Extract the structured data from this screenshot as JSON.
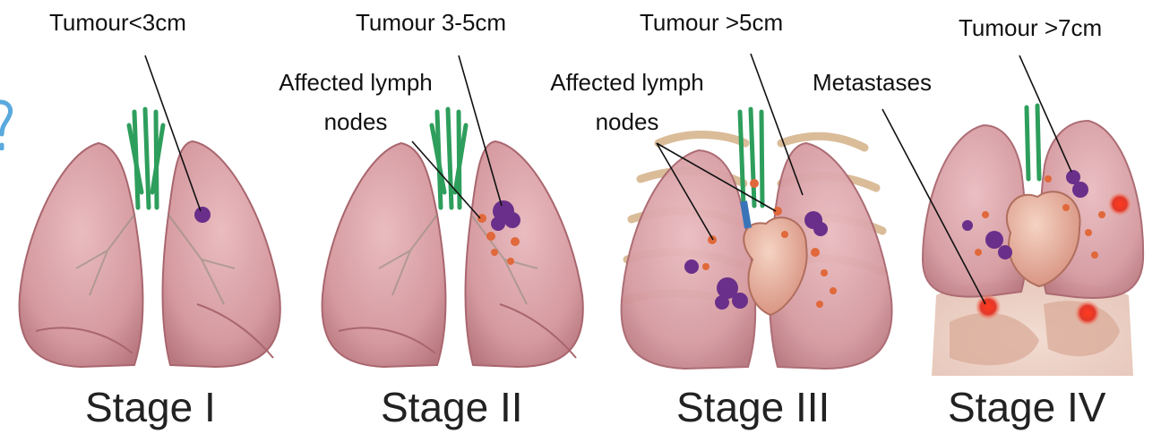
{
  "callouts": {
    "stage1_tumour": "Tumour<3cm",
    "stage2_tumour": "Tumour 3-5cm",
    "stage2_nodes_line1": "Affected lymph",
    "stage2_nodes_line2": "nodes",
    "stage3_tumour": "Tumour >5cm",
    "stage3_nodes_line1": "Affected lymph",
    "stage3_nodes_line2": "nodes",
    "stage4_metastases": "Metastases",
    "stage4_tumour": "Tumour >7cm"
  },
  "stages": [
    {
      "label": "Stage I"
    },
    {
      "label": "Stage II"
    },
    {
      "label": "Stage III"
    },
    {
      "label": "Stage IV"
    }
  ],
  "colors": {
    "lung": "#d9a0a5",
    "lung_dark": "#b4727a",
    "bronchi": "#2e9e5c",
    "tumour": "#6a2f8a",
    "lymph_node": "#e0683a",
    "rib": "#d7b58f",
    "heart": "#e9b7a6",
    "metastasis": "#e2382a",
    "accent_mark": "#5aa9de"
  }
}
